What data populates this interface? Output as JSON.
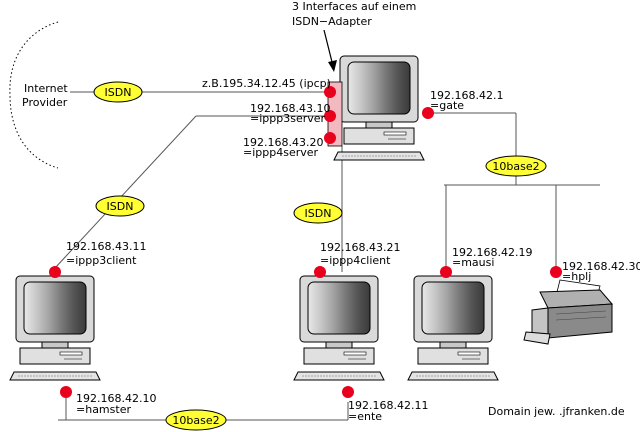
{
  "annotation": {
    "line1": "3 Interfaces auf einem",
    "line2": "ISDN−Adapter"
  },
  "cloud": {
    "line1": "Internet",
    "line2": "Provider"
  },
  "links": {
    "isdn_internet": "ISDN",
    "isdn_left": "ISDN",
    "isdn_mid": "ISDN",
    "tenbase2_top": "10base2",
    "tenbase2_bottom": "10base2"
  },
  "gate": {
    "ipcp": "z.B.195.34.12.45 (ipcp)",
    "ippp3_ip": "192.168.43.10",
    "ippp3_name": "=ippp3server",
    "ippp4_ip": "192.168.43.20",
    "ippp4_name": "=ippp4server",
    "lan_ip": "192.168.42.1",
    "lan_name": "=gate"
  },
  "hamster": {
    "isdn_ip": "192.168.43.11",
    "isdn_name": "=ippp3client",
    "lan_ip": "192.168.42.10",
    "lan_name": "=hamster"
  },
  "ente": {
    "isdn_ip": "192.168.43.21",
    "isdn_name": "=ippp4client",
    "lan_ip": "192.168.42.11",
    "lan_name": "=ente"
  },
  "mausi": {
    "lan_ip": "192.168.42.19",
    "lan_name": "=mausi"
  },
  "hplj": {
    "lan_ip": "192.168.42.30",
    "lan_name": "=hplj"
  },
  "domain_note": "Domain jew. .jfranken.de",
  "colors": {
    "oval_fill": "#ffff33",
    "nic_red": "#e8001c",
    "iface_pink": "#f4b8c0",
    "monitor_body": "#d6d6d6",
    "screen_gray": "#888888"
  }
}
